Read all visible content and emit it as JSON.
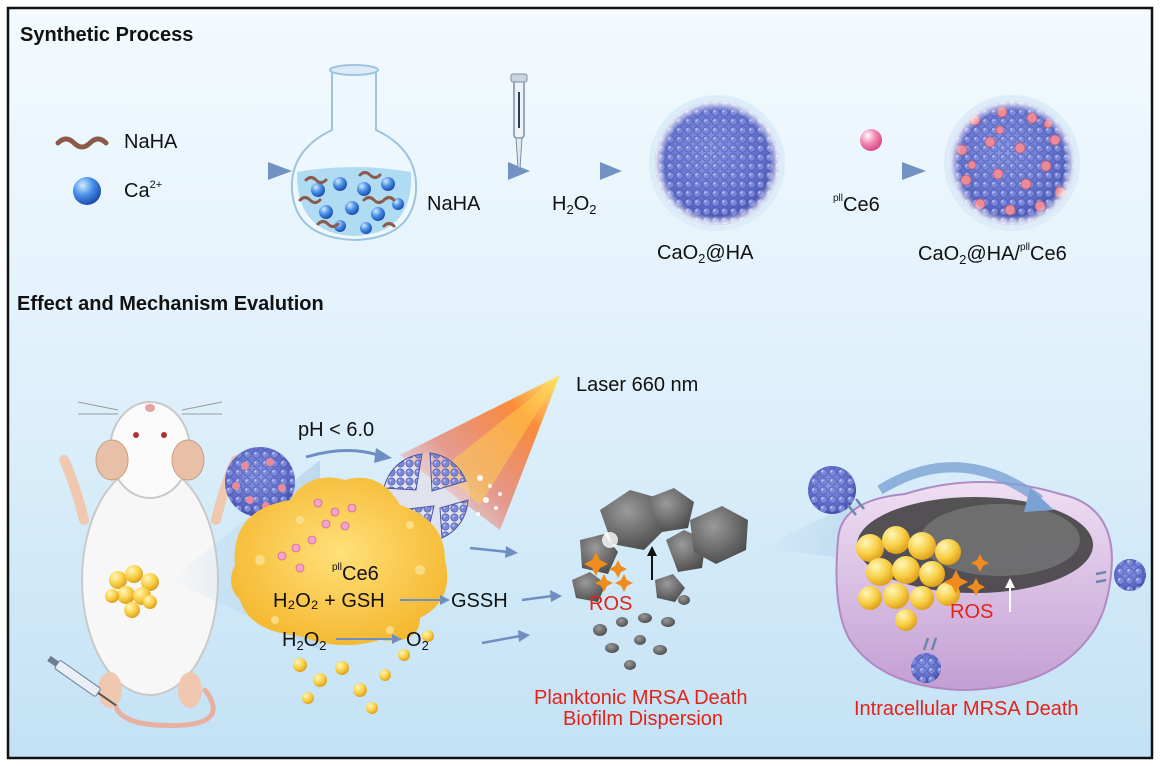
{
  "sections": {
    "synthesis_title": "Synthetic Process",
    "effect_title": "Effect and Mechanism Evalution"
  },
  "synthesis": {
    "reagent_naha": "NaHA",
    "reagent_ca": "Ca",
    "reagent_ca_charge": "2+",
    "step1_label": "NaHA",
    "step2_label_main": "H",
    "step2_label_sub": "2",
    "step2_label_main2": "O",
    "step2_label_sub2": "2",
    "product1_prefix": "CaO",
    "product1_sub": "2",
    "product1_suffix": "@HA",
    "step3_sup": "pll",
    "step3_label": "Ce6",
    "product2_prefix": "CaO",
    "product2_sub": "2",
    "product2_mid": "@HA/",
    "product2_sup": "pll",
    "product2_suffix": "Ce6"
  },
  "mechanism": {
    "laser": "Laser 660 nm",
    "ph": "pH < 6.0",
    "ce6_sup": "pll",
    "ce6": "Ce6",
    "reaction1_left": "H₂O₂ + GSH",
    "reaction1_right": "GSSH",
    "reaction2_left_main": "H",
    "reaction2_left_sub": "2",
    "reaction2_left_main2": "O",
    "reaction2_left_sub2": "2",
    "reaction2_right_main": "O",
    "reaction2_right_sub": "2",
    "ros_1": "ROS",
    "ros_2": "ROS",
    "outcome1_line1": "Planktonic MRSA Death",
    "outcome1_line2": "Biofilm Dispersion",
    "outcome2": "Intracellular MRSA Death"
  },
  "colors": {
    "frame": "#111111",
    "background_top": "#f2f9fe",
    "background_bottom": "#c6e4f6",
    "arrow": "#7f9fc8",
    "particle_blue": "#6f7fd6",
    "particle_pink": "#e98b9a",
    "gel_yellow": "#f8c640",
    "ros_red": "#e2231a",
    "bacteria_gray": "#6b6b6b",
    "cell_purple": "#c9a6d6"
  }
}
